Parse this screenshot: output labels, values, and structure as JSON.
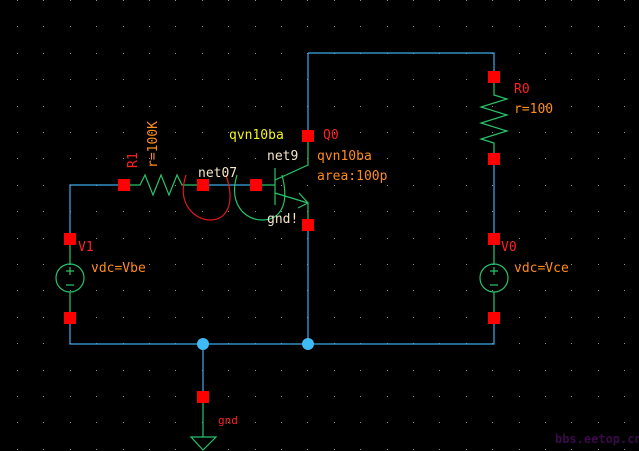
{
  "colors": {
    "background": "#000000",
    "wire": "#3fa9e8",
    "symbol": "#27c46a",
    "pin": "#ff0000",
    "instance_name": "#ff2020",
    "parameter": "#ff8c1a",
    "net_name": "#f5e6c8",
    "cell_name": "#f2f21a",
    "junction": "#3fbaf5",
    "watermark": "#3a0a4a"
  },
  "components": {
    "R1": {
      "name": "R1",
      "param": "r=100K"
    },
    "R0": {
      "name": "R0",
      "param": "r=100"
    },
    "Q0": {
      "name": "Q0",
      "cell_top": "qvn10ba",
      "cell": "qvn10ba",
      "param": "area:100p"
    },
    "V1": {
      "name": "V1",
      "param": "vdc=Vbe"
    },
    "V0": {
      "name": "V0",
      "param": "vdc=Vce"
    },
    "GND": {
      "name": "gnd"
    }
  },
  "nets": {
    "net07": "net07",
    "net9": "net9",
    "gnd_bang": "gnd!"
  },
  "watermark": "bbs.eetop.cn"
}
